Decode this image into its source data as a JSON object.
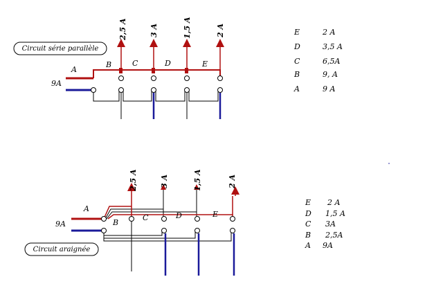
{
  "diagram1": {
    "title": "Circuit série parallèle",
    "input_current": "9A",
    "segments": {
      "A": "A",
      "B": "B",
      "C": "C",
      "D": "D",
      "E": "E"
    },
    "branch_currents": [
      "2,5 A",
      "3 A",
      "1,5 A",
      "2 A"
    ],
    "table": [
      {
        "seg": "E",
        "val": "2 A"
      },
      {
        "seg": "D",
        "val": "3,5 A"
      },
      {
        "seg": "C",
        "val": "6,5A"
      },
      {
        "seg": "B",
        "val": "9, A"
      },
      {
        "seg": "A",
        "val": "9 A"
      }
    ]
  },
  "diagram2": {
    "title": "Circuit araignée",
    "input_current": "9A",
    "segments": {
      "A": "A",
      "B": "B",
      "C": "C",
      "D": "D",
      "E": "E"
    },
    "branch_currents": [
      "2,5 A",
      "3 A",
      "1,5 A",
      "2 A"
    ],
    "table": [
      {
        "seg": "E",
        "val": "2 A"
      },
      {
        "seg": "D",
        "val": "1,5 A"
      },
      {
        "seg": "C",
        "val": "3A"
      },
      {
        "seg": "B",
        "val": "2,5A"
      },
      {
        "seg": "A",
        "val": "9A"
      }
    ]
  },
  "colors": {
    "live": "#b01010",
    "neutral": "#1a1a9a",
    "wire": "#000000"
  }
}
